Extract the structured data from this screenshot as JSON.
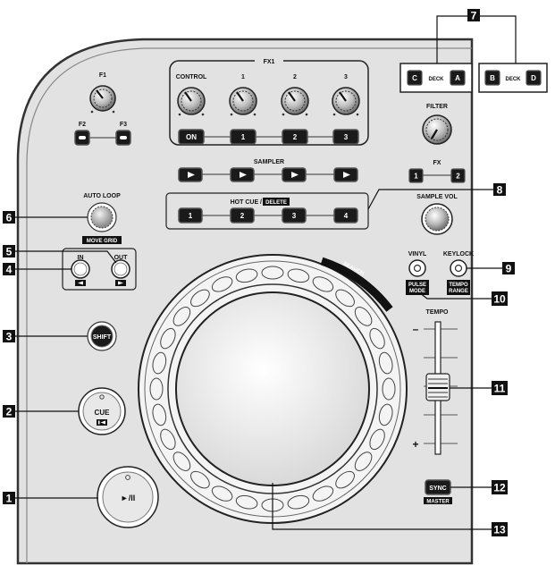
{
  "labels": {
    "fx1": "FX1",
    "control": "CONTROL",
    "knob1": "1",
    "knob2": "2",
    "knob3": "3",
    "on": "ON",
    "fx_btn1": "1",
    "fx_btn2": "2",
    "fx_btn3": "3",
    "f1": "F1",
    "f2": "F2",
    "f3": "F3",
    "sampler": "SAMPLER",
    "hot_cue": "HOT CUE / ",
    "delete": "DELETE",
    "hc1": "1",
    "hc2": "2",
    "hc3": "3",
    "hc4": "4",
    "auto_loop": "AUTO LOOP",
    "move_grid": "MOVE GRID",
    "in": "IN",
    "out": "OUT",
    "shift": "SHIFT",
    "cue": "CUE",
    "play": "►/II",
    "deck_c": "C",
    "deck": "DECK",
    "deck_a": "A",
    "deck_b": "B",
    "deck_d": "D",
    "filter": "FILTER",
    "fx": "FX",
    "fxr1": "1",
    "fxr2": "2",
    "sample_vol": "SAMPLE VOL",
    "vinyl": "VINYL",
    "keylock": "KEYLOCK",
    "pulse": "PULSE",
    "mode": "MODE",
    "tempo_label": "TEMPO",
    "tempo_range_1": "TEMPO",
    "tempo_range_2": "RANGE",
    "search": "SEARCH",
    "minus": "–",
    "plus": "+",
    "sync": "SYNC",
    "master": "MASTER"
  },
  "callouts": {
    "c1": "1",
    "c2": "2",
    "c3": "3",
    "c4": "4",
    "c5": "5",
    "c6": "6",
    "c7": "7",
    "c8": "8",
    "c9": "9",
    "c10": "10",
    "c11": "11",
    "c12": "12",
    "c13": "13"
  },
  "colors": {
    "panel": "#e2e2e2",
    "button": "#1a1a1a",
    "callout": "#111111"
  }
}
